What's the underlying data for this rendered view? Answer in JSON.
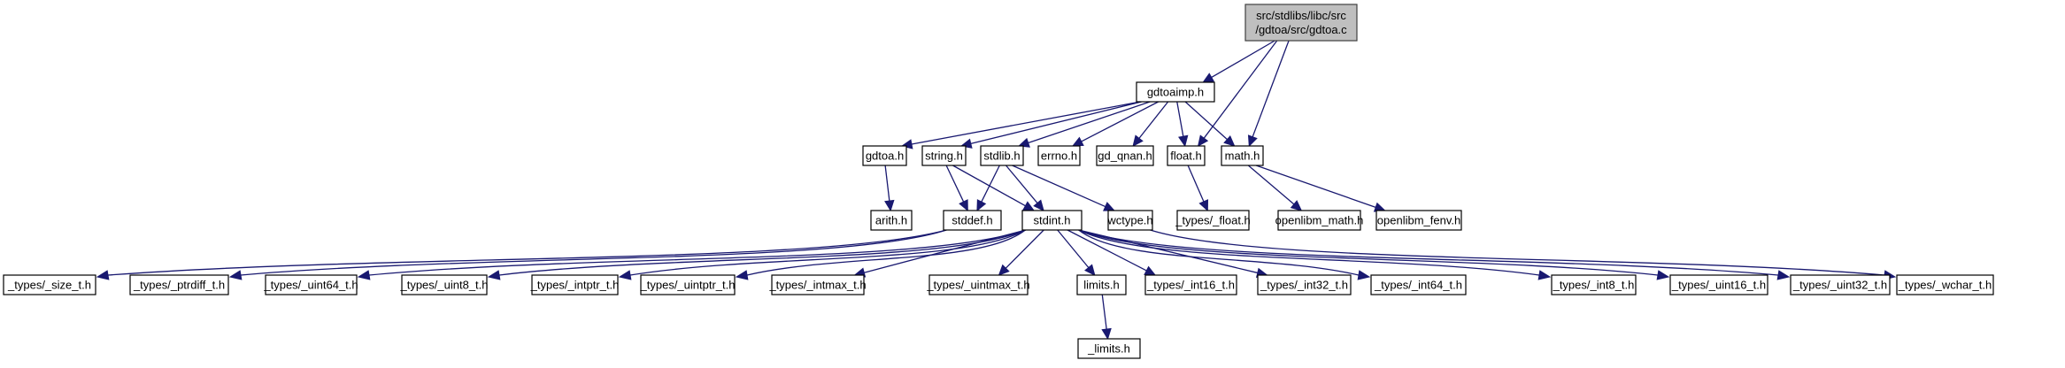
{
  "title": "src/stdlibs/libc/src/gdtoa/src/gdtoa.c include dependency graph",
  "colors": {
    "edge": "#191970",
    "root_fill": "#bfbfbf",
    "node_fill": "#ffffff",
    "node_border": "#000000"
  },
  "nodes": [
    {
      "id": "root",
      "label_lines": [
        "src/stdlibs/libc/src",
        "/gdtoa/src/gdtoa.c"
      ],
      "root": true
    },
    {
      "id": "gdtoaimp",
      "label_lines": [
        "gdtoaimp.h"
      ]
    },
    {
      "id": "gdtoa",
      "label_lines": [
        "gdtoa.h"
      ]
    },
    {
      "id": "string",
      "label_lines": [
        "string.h"
      ]
    },
    {
      "id": "stdlib",
      "label_lines": [
        "stdlib.h"
      ]
    },
    {
      "id": "errno",
      "label_lines": [
        "errno.h"
      ]
    },
    {
      "id": "gd_qnan",
      "label_lines": [
        "gd_qnan.h"
      ]
    },
    {
      "id": "float",
      "label_lines": [
        "float.h"
      ]
    },
    {
      "id": "math",
      "label_lines": [
        "math.h"
      ]
    },
    {
      "id": "arith",
      "label_lines": [
        "arith.h"
      ]
    },
    {
      "id": "stddef",
      "label_lines": [
        "stddef.h"
      ]
    },
    {
      "id": "stdint",
      "label_lines": [
        "stdint.h"
      ]
    },
    {
      "id": "wctype",
      "label_lines": [
        "wctype.h"
      ]
    },
    {
      "id": "types_float",
      "label_lines": [
        "_types/_float.h"
      ]
    },
    {
      "id": "openlibm_math",
      "label_lines": [
        "openlibm_math.h"
      ]
    },
    {
      "id": "openlibm_fenv",
      "label_lines": [
        "openlibm_fenv.h"
      ]
    },
    {
      "id": "size_t",
      "label_lines": [
        "_types/_size_t.h"
      ]
    },
    {
      "id": "ptrdiff_t",
      "label_lines": [
        "_types/_ptrdiff_t.h"
      ]
    },
    {
      "id": "uint64_t",
      "label_lines": [
        "_types/_uint64_t.h"
      ]
    },
    {
      "id": "uint8_t",
      "label_lines": [
        "_types/_uint8_t.h"
      ]
    },
    {
      "id": "intptr_t",
      "label_lines": [
        "_types/_intptr_t.h"
      ]
    },
    {
      "id": "uintptr_t",
      "label_lines": [
        "_types/_uintptr_t.h"
      ]
    },
    {
      "id": "intmax_t",
      "label_lines": [
        "_types/_intmax_t.h"
      ]
    },
    {
      "id": "uintmax_t",
      "label_lines": [
        "_types/_uintmax_t.h"
      ]
    },
    {
      "id": "limits",
      "label_lines": [
        "limits.h"
      ]
    },
    {
      "id": "int16_t",
      "label_lines": [
        "_types/_int16_t.h"
      ]
    },
    {
      "id": "int32_t",
      "label_lines": [
        "_types/_int32_t.h"
      ]
    },
    {
      "id": "int64_t",
      "label_lines": [
        "_types/_int64_t.h"
      ]
    },
    {
      "id": "int8_t",
      "label_lines": [
        "_types/_int8_t.h"
      ]
    },
    {
      "id": "uint16_t",
      "label_lines": [
        "_types/_uint16_t.h"
      ]
    },
    {
      "id": "uint32_t",
      "label_lines": [
        "_types/_uint32_t.h"
      ]
    },
    {
      "id": "wchar_t",
      "label_lines": [
        "_types/_wchar_t.h"
      ]
    },
    {
      "id": "_limits",
      "label_lines": [
        "_limits.h"
      ]
    }
  ],
  "edges": [
    {
      "from": "root",
      "to": "gdtoaimp"
    },
    {
      "from": "root",
      "to": "float"
    },
    {
      "from": "root",
      "to": "math"
    },
    {
      "from": "gdtoaimp",
      "to": "gdtoa"
    },
    {
      "from": "gdtoaimp",
      "to": "string"
    },
    {
      "from": "gdtoaimp",
      "to": "stdlib"
    },
    {
      "from": "gdtoaimp",
      "to": "errno"
    },
    {
      "from": "gdtoaimp",
      "to": "gd_qnan"
    },
    {
      "from": "gdtoaimp",
      "to": "float"
    },
    {
      "from": "gdtoaimp",
      "to": "math"
    },
    {
      "from": "gdtoa",
      "to": "arith"
    },
    {
      "from": "string",
      "to": "stddef"
    },
    {
      "from": "string",
      "to": "stdint"
    },
    {
      "from": "stdlib",
      "to": "stddef"
    },
    {
      "from": "stdlib",
      "to": "stdint"
    },
    {
      "from": "stdlib",
      "to": "wctype"
    },
    {
      "from": "float",
      "to": "types_float"
    },
    {
      "from": "math",
      "to": "openlibm_math"
    },
    {
      "from": "math",
      "to": "openlibm_fenv"
    },
    {
      "from": "stddef",
      "to": "size_t"
    },
    {
      "from": "stddef",
      "to": "ptrdiff_t"
    },
    {
      "from": "stdint",
      "to": "uint64_t"
    },
    {
      "from": "stdint",
      "to": "uint8_t"
    },
    {
      "from": "stdint",
      "to": "intptr_t"
    },
    {
      "from": "stdint",
      "to": "uintptr_t"
    },
    {
      "from": "stdint",
      "to": "intmax_t"
    },
    {
      "from": "stdint",
      "to": "uintmax_t"
    },
    {
      "from": "stdint",
      "to": "limits"
    },
    {
      "from": "stdint",
      "to": "int16_t"
    },
    {
      "from": "stdint",
      "to": "int32_t"
    },
    {
      "from": "stdint",
      "to": "int64_t"
    },
    {
      "from": "stdint",
      "to": "int8_t"
    },
    {
      "from": "stdint",
      "to": "uint16_t"
    },
    {
      "from": "stdint",
      "to": "uint32_t"
    },
    {
      "from": "wctype",
      "to": "wchar_t"
    },
    {
      "from": "limits",
      "to": "_limits"
    }
  ]
}
